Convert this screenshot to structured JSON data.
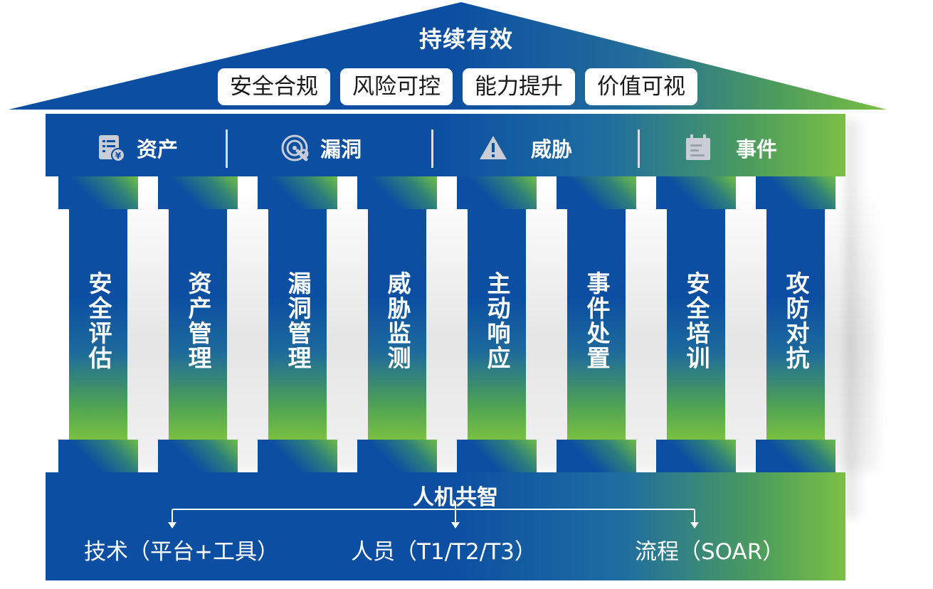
{
  "roof": {
    "title": "持续有效",
    "pills": [
      "安全合规",
      "风险可控",
      "能力提升",
      "价值可视"
    ]
  },
  "beam": {
    "items": [
      {
        "label": "资产",
        "icon": "asset-list-icon"
      },
      {
        "label": "漏洞",
        "icon": "vulnerability-scan-icon"
      },
      {
        "label": "威胁",
        "icon": "warning-triangle-icon"
      },
      {
        "label": "事件",
        "icon": "event-calendar-icon"
      }
    ]
  },
  "columns": [
    "安全评估",
    "资产管理",
    "漏洞管理",
    "威胁监测",
    "主动响应",
    "事件处置",
    "安全培训",
    "攻防对抗"
  ],
  "foundation": {
    "title": "人机共智",
    "items": [
      "技术（平台+工具）",
      "人员（T1/T2/T3）",
      "流程（SOAR）"
    ]
  },
  "colors": {
    "blue": "#0b4ea2",
    "green": "#79c043",
    "icon_gray": "#c9ced6"
  }
}
